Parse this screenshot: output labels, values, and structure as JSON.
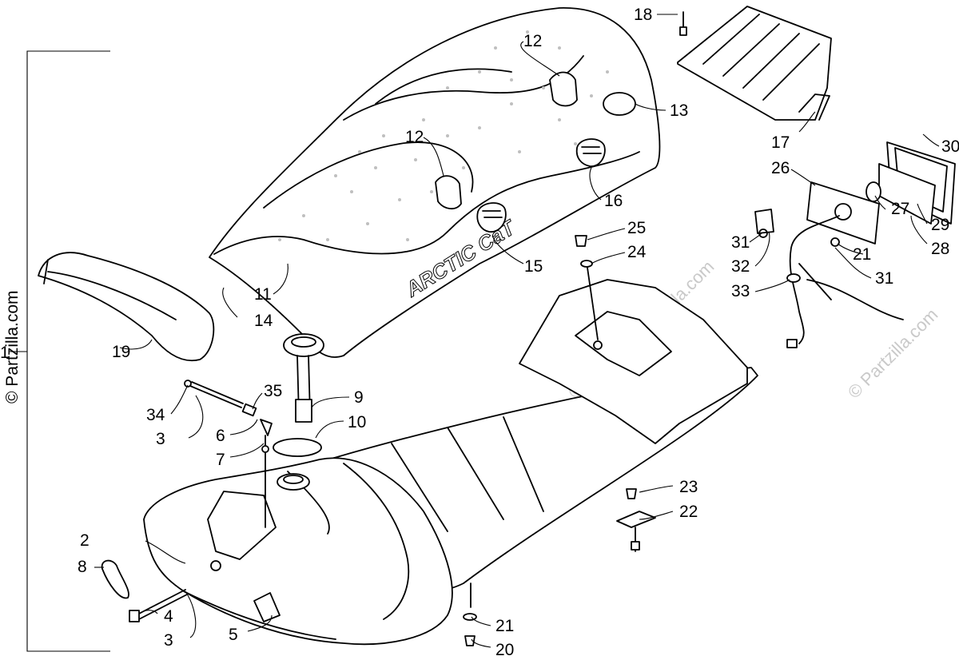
{
  "watermark": {
    "primary": "© Partzilla.com",
    "faint": "© Partzilla.com"
  },
  "seat_brand": "ARCTIC CaT",
  "callouts": {
    "c1": "1",
    "c2": "2",
    "c3a": "3",
    "c3b": "3",
    "c4": "4",
    "c5": "5",
    "c6": "6",
    "c7": "7",
    "c8": "8",
    "c9": "9",
    "c10": "10",
    "c11": "11",
    "c12a": "12",
    "c12b": "12",
    "c13": "13",
    "c14": "14",
    "c15": "15",
    "c16": "16",
    "c17": "17",
    "c18": "18",
    "c19": "19",
    "c20": "20",
    "c21a": "21",
    "c21b": "21",
    "c22": "22",
    "c23": "23",
    "c24": "24",
    "c25": "25",
    "c26": "26",
    "c27": "27",
    "c28": "28",
    "c29": "29",
    "c30": "30",
    "c31a": "31",
    "c31b": "31",
    "c32": "32",
    "c33": "33",
    "c34": "34",
    "c35": "35"
  }
}
